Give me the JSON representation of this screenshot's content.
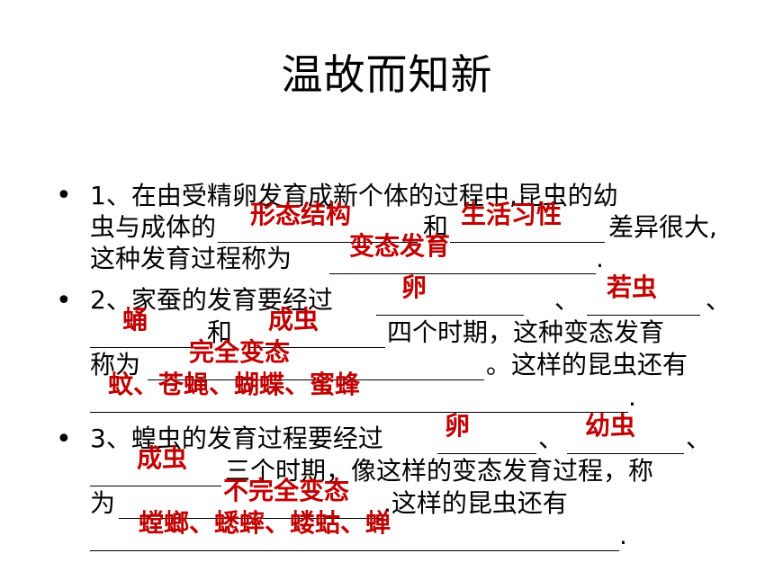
{
  "title": "温故而知新",
  "accent_color": "#c00000",
  "bullet_symbol": "•",
  "q1": {
    "line1": "1、在由受精卵发育成新个体的过程中,昆虫的幼",
    "l2_prefix": "虫与成体的",
    "l2_and": "和",
    "l2_suffix": "差异很大,",
    "l3_prefix": "这种发育过程称为",
    "l3_suffix": ".",
    "answers": [
      "形态结构",
      "生活习性",
      "变态发育"
    ]
  },
  "q2": {
    "l1_prefix": "2、家蚕的发育要经过",
    "l1_sep1": "、",
    "l1_sep2": "、",
    "l2_and": "和",
    "l2_suffix": "四个时期，这种变态发育",
    "l3_prefix": "称为",
    "l3_suffix": "。这样的昆虫还有",
    "l4_suffix": ".",
    "answers": [
      "卵",
      "若虫",
      "蛹",
      "成虫",
      "完全变态",
      "蚊、苍蝇、蝴蝶、蜜蜂"
    ]
  },
  "q3": {
    "l1_prefix": "3、蝗虫的发育过程要经过",
    "l1_sep1": "、",
    "l1_sep2": "、",
    "l2_suffix": "三个时期，像这样的变态发育过程，称",
    "l3_prefix": "为",
    "l3_suffix": ".这样的昆虫还有",
    "l4_suffix": ".",
    "answers": [
      "卵",
      "幼虫",
      "成虫",
      "不完全变态",
      "螳螂、蟋蟀、蝼蛄、蝉"
    ]
  }
}
